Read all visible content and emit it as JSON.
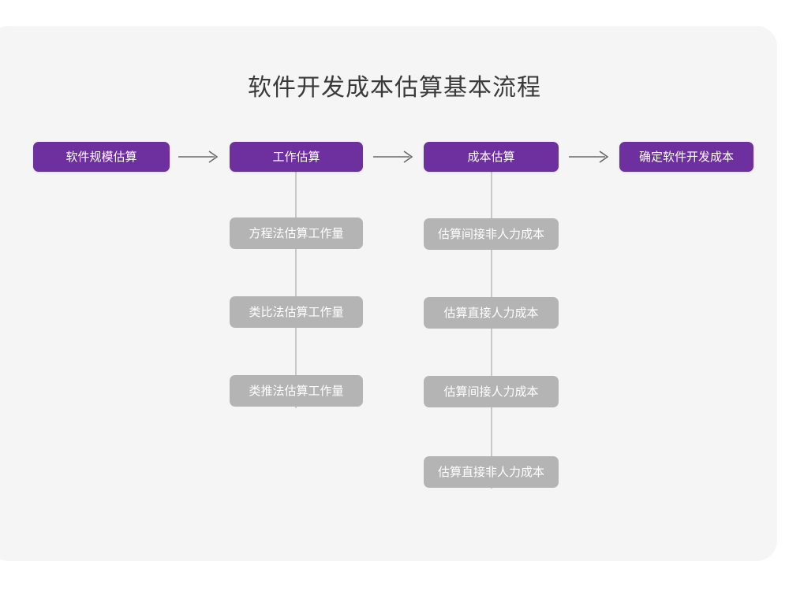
{
  "title": "软件开发成本估算基本流程",
  "colors": {
    "page_background": "#ffffff",
    "card_background": "#f5f5f5",
    "stage_purple": "#6f309f",
    "sub_gray": "#b4b4b4",
    "connector_gray": "#c9c9c9",
    "title_text": "#3b3a3a",
    "box_text": "#ffffff"
  },
  "chart_data": {
    "type": "diagram",
    "title": "软件开发成本估算基本流程",
    "stages": [
      {
        "label": "软件规模估算",
        "substeps": []
      },
      {
        "label": "工作估算",
        "substeps": [
          "方程法估算工作量",
          "类比法估算工作量",
          "类推法估算工作量"
        ]
      },
      {
        "label": "成本估算",
        "substeps": [
          "估算间接非人力成本",
          "估算直接人力成本",
          "估算间接人力成本",
          "估算直接非人力成本"
        ]
      },
      {
        "label": "确定软件开发成本",
        "substeps": []
      }
    ],
    "connectors": [
      {
        "from": "软件规模估算",
        "to": "工作估算",
        "style": "arrow-right"
      },
      {
        "from": "工作估算",
        "to": "成本估算",
        "style": "arrow-right"
      },
      {
        "from": "成本估算",
        "to": "确定软件开发成本",
        "style": "arrow-right"
      }
    ],
    "arrow_glyph": "→",
    "arrow_count": 3
  },
  "stages": {
    "stage1": {
      "label": "软件规模估算"
    },
    "stage2": {
      "label": "工作估算"
    },
    "stage3": {
      "label": "成本估算"
    },
    "stage4": {
      "label": "确定软件开发成本"
    }
  },
  "column2": {
    "items": [
      {
        "label": "方程法估算工作量"
      },
      {
        "label": "类比法估算工作量"
      },
      {
        "label": "类推法估算工作量"
      }
    ]
  },
  "column3": {
    "items": [
      {
        "label": "估算间接非人力成本"
      },
      {
        "label": "估算直接人力成本"
      },
      {
        "label": "估算间接人力成本"
      },
      {
        "label": "估算直接非人力成本"
      }
    ]
  }
}
